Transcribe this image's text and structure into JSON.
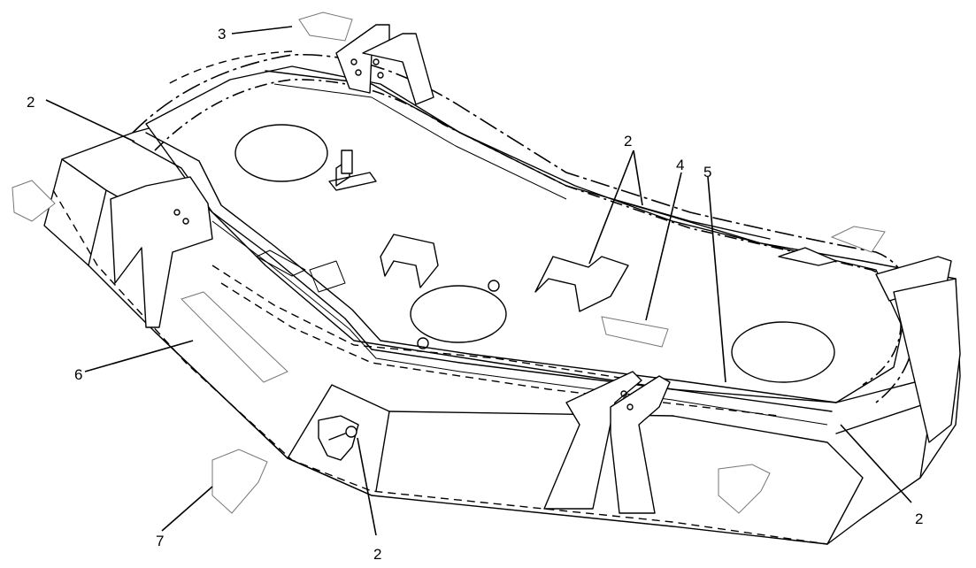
{
  "diagram": {
    "callouts": [
      {
        "id": "c3",
        "label": "3"
      },
      {
        "id": "c2a",
        "label": "2"
      },
      {
        "id": "c2b",
        "label": "2"
      },
      {
        "id": "c4",
        "label": "4"
      },
      {
        "id": "c5",
        "label": "5"
      },
      {
        "id": "c6",
        "label": "6"
      },
      {
        "id": "c7",
        "label": "7"
      },
      {
        "id": "c2c",
        "label": "2"
      },
      {
        "id": "c2d",
        "label": "2"
      }
    ]
  }
}
